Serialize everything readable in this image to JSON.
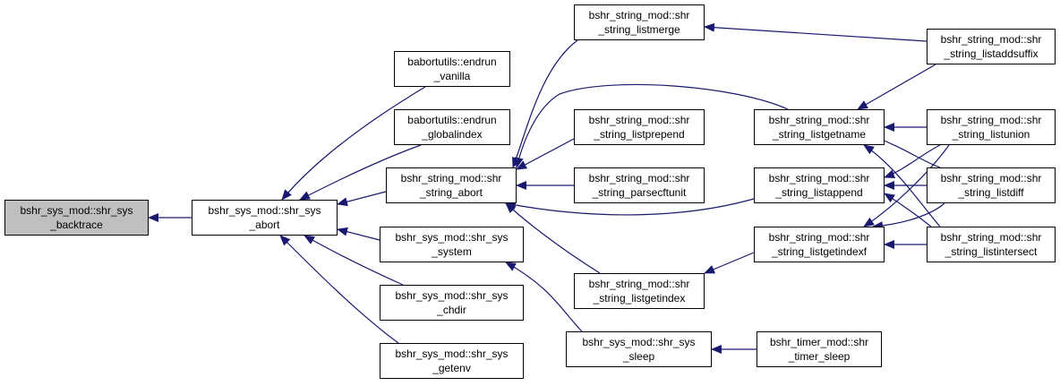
{
  "graph": {
    "edge_color": "#191970",
    "nodes": {
      "backtrace": {
        "line1": "bshr_sys_mod::shr_sys",
        "line2": "_backtrace"
      },
      "abort": {
        "line1": "bshr_sys_mod::shr_sys",
        "line2": "_abort"
      },
      "endrun_vanilla": {
        "line1": "babortutils::endrun",
        "line2": "_vanilla"
      },
      "endrun_globalindex": {
        "line1": "babortutils::endrun",
        "line2": "_globalindex"
      },
      "string_abort": {
        "line1": "bshr_string_mod::shr",
        "line2": "_string_abort"
      },
      "sys_system": {
        "line1": "bshr_sys_mod::shr_sys",
        "line2": "_system"
      },
      "sys_chdir": {
        "line1": "bshr_sys_mod::shr_sys",
        "line2": "_chdir"
      },
      "sys_getenv": {
        "line1": "bshr_sys_mod::shr_sys",
        "line2": "_getenv"
      },
      "listmerge": {
        "line1": "bshr_string_mod::shr",
        "line2": "_string_listmerge"
      },
      "listprepend": {
        "line1": "bshr_string_mod::shr",
        "line2": "_string_listprepend"
      },
      "parsecftunit": {
        "line1": "bshr_string_mod::shr",
        "line2": "_string_parsecftunit"
      },
      "listgetindex": {
        "line1": "bshr_string_mod::shr",
        "line2": "_string_listgetindex"
      },
      "sys_sleep": {
        "line1": "bshr_sys_mod::shr_sys",
        "line2": "_sleep"
      },
      "listgetname": {
        "line1": "bshr_string_mod::shr",
        "line2": "_string_listgetname"
      },
      "listappend": {
        "line1": "bshr_string_mod::shr",
        "line2": "_string_listappend"
      },
      "listgetindexf": {
        "line1": "bshr_string_mod::shr",
        "line2": "_string_listgetindexf"
      },
      "timer_sleep": {
        "line1": "bshr_timer_mod::shr",
        "line2": "_timer_sleep"
      },
      "listaddsuffix": {
        "line1": "bshr_string_mod::shr",
        "line2": "_string_listaddsuffix"
      },
      "listunion": {
        "line1": "bshr_string_mod::shr",
        "line2": "_string_listunion"
      },
      "listdiff": {
        "line1": "bshr_string_mod::shr",
        "line2": "_string_listdiff"
      },
      "listintersect": {
        "line1": "bshr_string_mod::shr",
        "line2": "_string_listintersect"
      }
    }
  }
}
